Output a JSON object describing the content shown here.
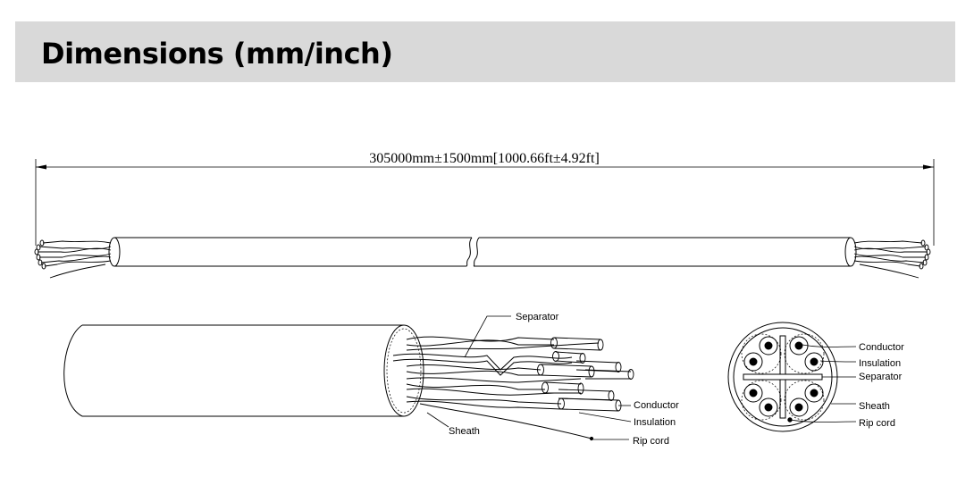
{
  "header": {
    "title": "Dimensions (mm/inch)"
  },
  "length_dimension": "305000mm±1500mm[1000.66ft±4.92ft]",
  "side_view_labels": {
    "separator": "Separator",
    "conductor": "Conductor",
    "insulation": "Insulation",
    "sheath": "Sheath",
    "rip_cord": "Rip cord"
  },
  "cross_section_labels": {
    "conductor": "Conductor",
    "insulation": "Insulation",
    "separator": "Separator",
    "sheath": "Sheath",
    "rip_cord": "Rip cord"
  }
}
